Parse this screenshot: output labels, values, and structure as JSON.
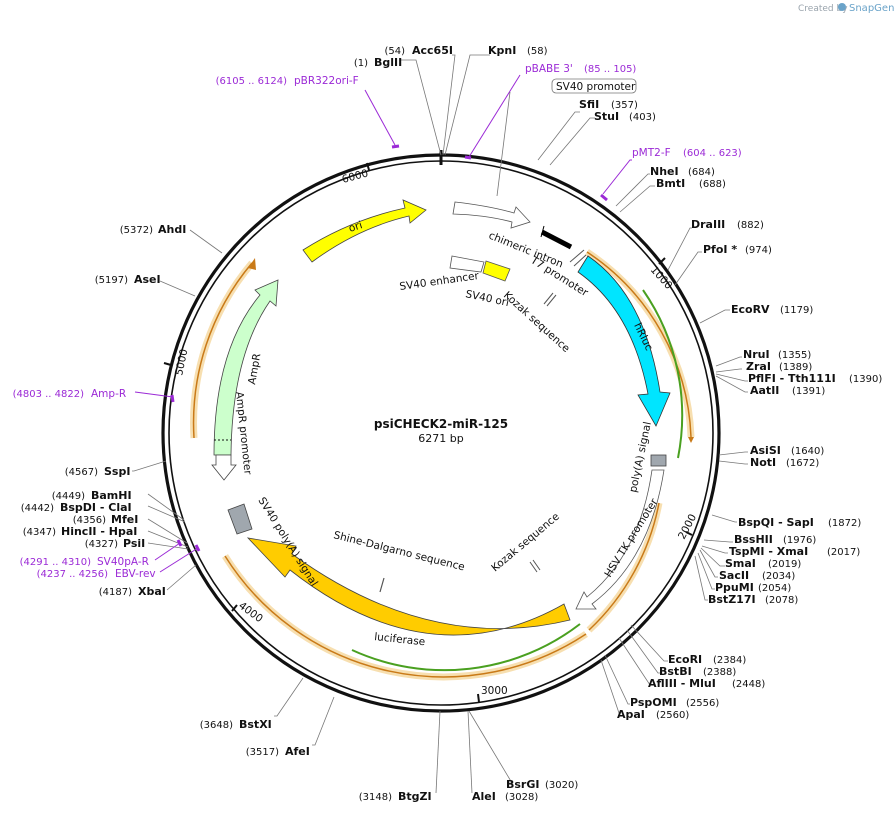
{
  "credit": {
    "text": "Created by",
    "brand": "SnapGene"
  },
  "plasmid": {
    "name": "psiCHECK2-miR-125",
    "length": "6271 bp"
  },
  "ticks": [
    "1000",
    "2000",
    "3000",
    "4000",
    "5000",
    "6000"
  ],
  "features": {
    "ori": "ori",
    "chimeric_intron": "chimeric intron",
    "t7_promoter": "T7 promoter",
    "sv40_enhancer": "SV40 enhancer",
    "sv40_ori": "SV40 ori",
    "kozak_top": "Kozak sequence",
    "hrluc": "hRluc",
    "polya_signal": "poly(A) signal",
    "hsv_tk_promoter": "HSV TK promoter",
    "kozak_bottom": "Kozak sequence",
    "shine_dalgarno": "Shine-Dalgarno sequence",
    "luciferase": "luciferase",
    "sv40_polya_signal": "SV40 poly(A) signal",
    "ampr": "AmpR",
    "ampr_promoter": "AmpR promoter",
    "sv40_promoter_box": "SV40 promoter"
  },
  "sites": [
    {
      "name": "BglII",
      "pos": "(1)"
    },
    {
      "name": "Acc65I",
      "pos": "(54)"
    },
    {
      "name": "KpnI",
      "pos": "(58)"
    },
    {
      "name": "SfiI",
      "pos": "(357)"
    },
    {
      "name": "StuI",
      "pos": "(403)"
    },
    {
      "name": "NheI",
      "pos": "(684)"
    },
    {
      "name": "BmtI",
      "pos": "(688)"
    },
    {
      "name": "DraIII",
      "pos": "(882)"
    },
    {
      "name": "PfoI *",
      "pos": "(974)"
    },
    {
      "name": "EcoRV",
      "pos": "(1179)"
    },
    {
      "name": "NruI",
      "pos": "(1355)"
    },
    {
      "name": "ZraI",
      "pos": "(1389)"
    },
    {
      "name": "PflFI - Tth111I",
      "pos": "(1390)"
    },
    {
      "name": "AatII",
      "pos": "(1391)"
    },
    {
      "name": "AsiSI",
      "pos": "(1640)"
    },
    {
      "name": "NotI",
      "pos": "(1672)"
    },
    {
      "name": "BspQI - SapI",
      "pos": "(1872)"
    },
    {
      "name": "BssHII",
      "pos": "(1976)"
    },
    {
      "name": "TspMI - XmaI",
      "pos": "(2017)"
    },
    {
      "name": "SmaI",
      "pos": "(2019)"
    },
    {
      "name": "SacII",
      "pos": "(2034)"
    },
    {
      "name": "PpuMI",
      "pos": "(2054)"
    },
    {
      "name": "BstZ17I",
      "pos": "(2078)"
    },
    {
      "name": "EcoRI",
      "pos": "(2384)"
    },
    {
      "name": "BstBI",
      "pos": "(2388)"
    },
    {
      "name": "AflIII - MluI",
      "pos": "(2448)"
    },
    {
      "name": "PspOMI",
      "pos": "(2556)"
    },
    {
      "name": "ApaI",
      "pos": "(2560)"
    },
    {
      "name": "BsrGI",
      "pos": "(3020)"
    },
    {
      "name": "AleI",
      "pos": "(3028)"
    },
    {
      "name": "BtgZI",
      "pos": "(3148)"
    },
    {
      "name": "AfeI",
      "pos": "(3517)"
    },
    {
      "name": "BstXI",
      "pos": "(3648)"
    },
    {
      "name": "XbaI",
      "pos": "(4187)"
    },
    {
      "name": "PsiI",
      "pos": "(4327)"
    },
    {
      "name": "HincII - HpaI",
      "pos": "(4347)"
    },
    {
      "name": "MfeI",
      "pos": "(4356)"
    },
    {
      "name": "BspDI - ClaI",
      "pos": "(4442)"
    },
    {
      "name": "BamHI",
      "pos": "(4449)"
    },
    {
      "name": "SspI",
      "pos": "(4567)"
    },
    {
      "name": "AseI",
      "pos": "(5197)"
    },
    {
      "name": "AhdI",
      "pos": "(5372)"
    }
  ],
  "primers": [
    {
      "name": "pBR322ori-F",
      "pos": "(6105 .. 6124)"
    },
    {
      "name": "pBABE 3'",
      "pos": "(85 .. 105)"
    },
    {
      "name": "pMT2-F",
      "pos": "(604 .. 623)"
    },
    {
      "name": "Amp-R",
      "pos": "(4803 .. 4822)"
    },
    {
      "name": "SV40pA-R",
      "pos": "(4291 .. 4310)"
    },
    {
      "name": "EBV-rev",
      "pos": "(4237 .. 4256)"
    }
  ],
  "colors": {
    "hrluc": "#00e5ff",
    "luciferase": "#ffcc00",
    "ori": "#ffff00",
    "ampr": "#ccffcc",
    "orf_highlight": "#f7dfb0",
    "orf_line": "#c97a18",
    "green_line": "#4aa020",
    "primer": "#9b2ad6"
  }
}
